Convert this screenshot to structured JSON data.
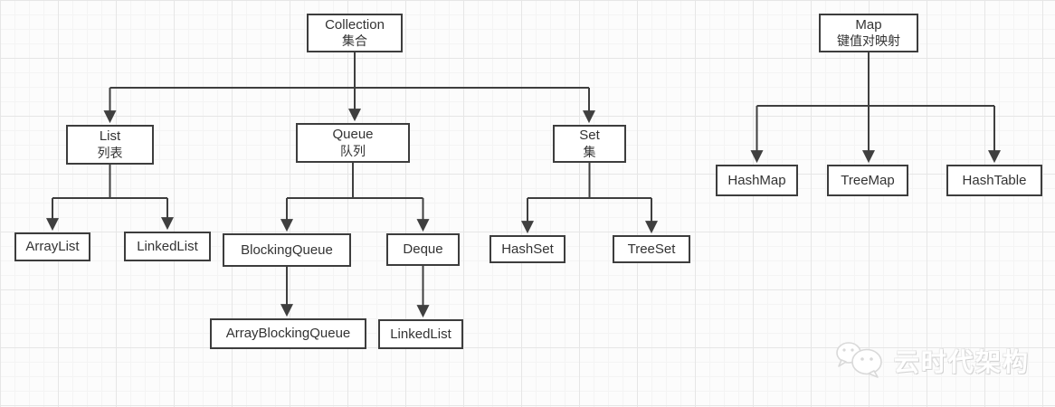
{
  "diagram": {
    "nodes": {
      "collection": {
        "line1": "Collection",
        "line2": "集合"
      },
      "map": {
        "line1": "Map",
        "line2": "键值对映射"
      },
      "list": {
        "line1": "List",
        "line2": "列表"
      },
      "queue": {
        "line1": "Queue",
        "line2": "队列"
      },
      "set": {
        "line1": "Set",
        "line2": "集"
      },
      "arraylist": {
        "label": "ArrayList"
      },
      "linkedlist": {
        "label": "LinkedList"
      },
      "blockingqueue": {
        "label": "BlockingQueue"
      },
      "deque": {
        "label": "Deque"
      },
      "hashset": {
        "label": "HashSet"
      },
      "treeset": {
        "label": "TreeSet"
      },
      "arrayblockingqueue": {
        "label": "ArrayBlockingQueue"
      },
      "linkedlist2": {
        "label": "LinkedList"
      },
      "hashmap": {
        "label": "HashMap"
      },
      "treemap": {
        "label": "TreeMap"
      },
      "hashtable": {
        "label": "HashTable"
      }
    },
    "edges": [
      {
        "from": "Collection",
        "to": "List"
      },
      {
        "from": "Collection",
        "to": "Queue"
      },
      {
        "from": "Collection",
        "to": "Set"
      },
      {
        "from": "List",
        "to": "ArrayList"
      },
      {
        "from": "List",
        "to": "LinkedList"
      },
      {
        "from": "Queue",
        "to": "BlockingQueue"
      },
      {
        "from": "Queue",
        "to": "Deque"
      },
      {
        "from": "Set",
        "to": "HashSet"
      },
      {
        "from": "Set",
        "to": "TreeSet"
      },
      {
        "from": "BlockingQueue",
        "to": "ArrayBlockingQueue"
      },
      {
        "from": "Deque",
        "to": "LinkedList"
      },
      {
        "from": "Map",
        "to": "HashMap"
      },
      {
        "from": "Map",
        "to": "TreeMap"
      },
      {
        "from": "Map",
        "to": "HashTable"
      }
    ],
    "colors": {
      "line": "#3f3f3f",
      "node_border": "#3d3d3d",
      "node_background": "#ffffff",
      "text": "#333333"
    }
  },
  "watermark": {
    "label": "云时代架构",
    "icon": "wechat-chat-bubbles-icon"
  }
}
